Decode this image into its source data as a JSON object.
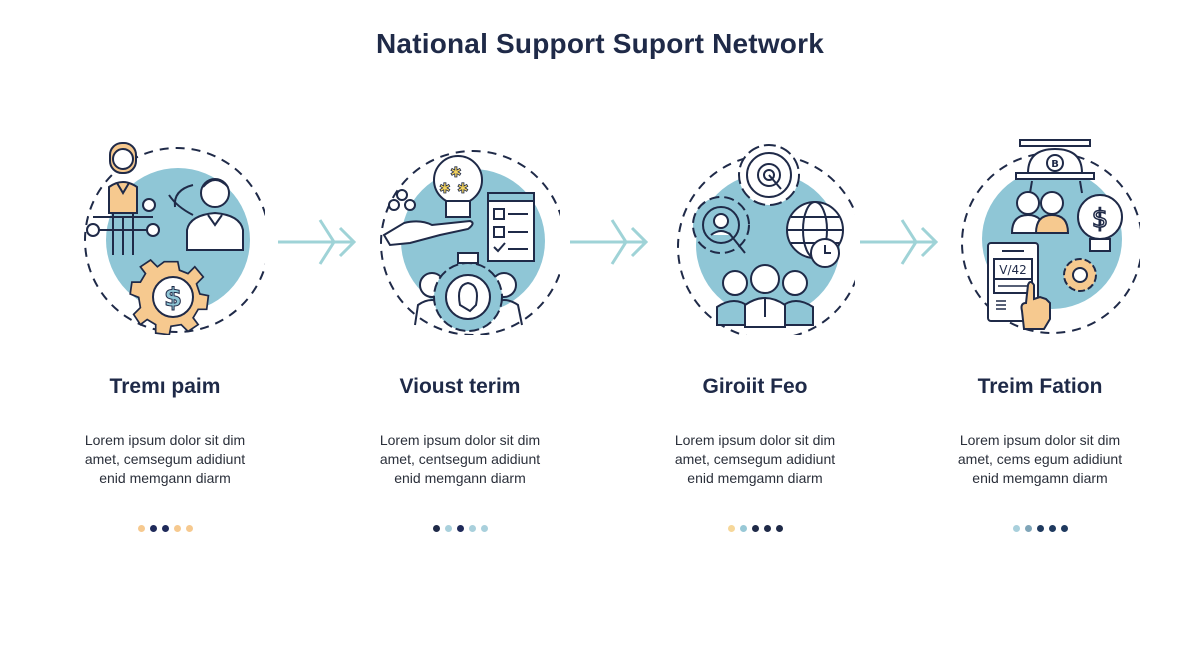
{
  "header": {
    "title": "National Support Suport Network"
  },
  "colors": {
    "navy": "#1f2a48",
    "teal_bg": "#8fc6d6",
    "teal_line": "#9fd3d7",
    "orange": "#f6c98f",
    "light_blue_dot": "#a9d0dc"
  },
  "steps": [
    {
      "title": "Tremı paim",
      "description": [
        "Lorem ipsum dolor sit dim",
        "amet, cemsegum adidiunt",
        "enid memgann diarm"
      ],
      "icon": "people-exchange-gear-dollar-icon",
      "dots": [
        "#f6c98f",
        "#1f2a5a",
        "#1f2a5a",
        "#f6c98f",
        "#f6c98f"
      ]
    },
    {
      "title": "Vioust terim",
      "description": [
        "Lorem ipsum dolor sit dim",
        "amet, centsegum adidiunt",
        "enid memgann diarm"
      ],
      "icon": "idea-hand-checklist-team-icon",
      "dots": [
        "#1f2a48",
        "#a9d0dc",
        "#1f2a5a",
        "#a9d0dc",
        "#a9d0dc"
      ]
    },
    {
      "title": "Giroiit Feo",
      "description": [
        "Lorem ipsum dolor sit dim",
        "amet, cemsegum adidiunt",
        "enid memgamn diarm"
      ],
      "icon": "gears-globe-team-icon",
      "dots": [
        "#f6d79a",
        "#98c8d6",
        "#1f2a48",
        "#1f2a48",
        "#1f2a48"
      ]
    },
    {
      "title": "Treim Fation",
      "description": [
        "Lorem ipsum dolor sit dim",
        "amet, cems egum adidiunt",
        "enid memgamn diarm"
      ],
      "icon": "funding-tablet-hand-icon",
      "dots": [
        "#a9d0dc",
        "#7fa5b8",
        "#1f3a5f",
        "#1f3a5f",
        "#1f3a5f"
      ]
    }
  ],
  "arrows": [
    {
      "icon": "arrow-right-icon"
    },
    {
      "icon": "arrow-right-icon"
    },
    {
      "icon": "arrow-right-icon"
    }
  ]
}
